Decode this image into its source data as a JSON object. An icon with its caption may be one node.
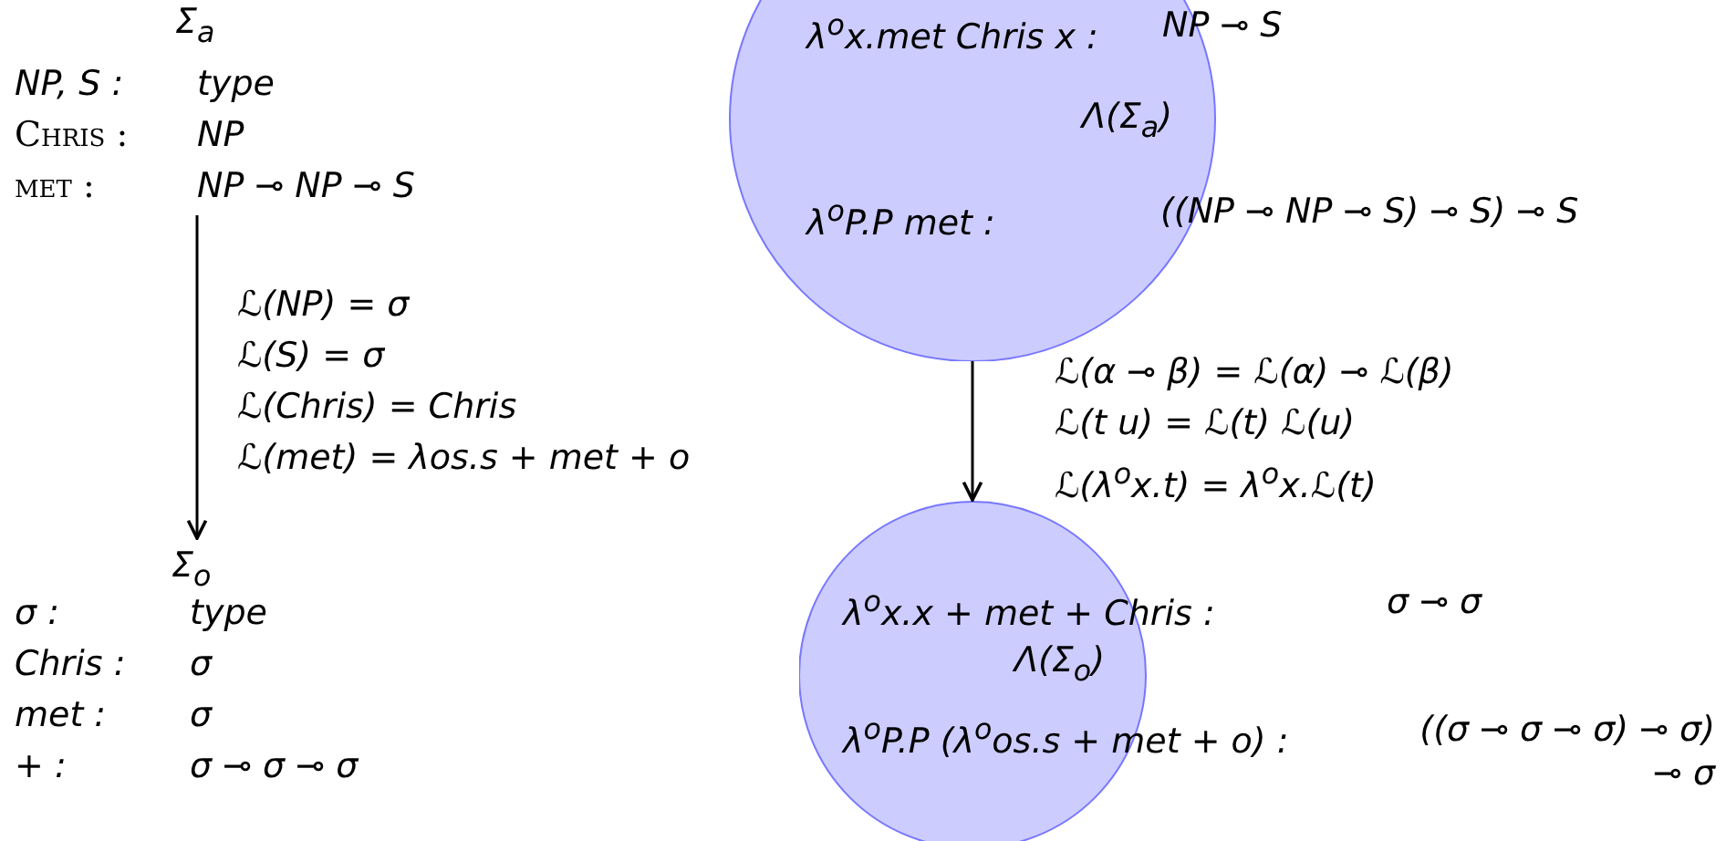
{
  "diagram": {
    "nodes": [
      {
        "text": [
          "Σ$_{a}$",
          "NP, S :",
          "type",
          "Chris :",
          "NP",
          "met :",
          "NP ⊸ NP ⊸ S"
        ]
      },
      {
        "text": [
          "Σ$_{o}$",
          "σ :",
          "type",
          "Chris :",
          "σ",
          "met :",
          "σ",
          "+ :",
          "σ ⊸ σ ⊸ σ"
        ]
      },
      {
        "text": [
          "λ$^{o}$x.met Chris x :",
          "NP ⊸ S",
          "Λ(Σ$_{a}$)",
          "λ$^{o}$P.P met :",
          "((NP ⊸ NP ⊸ S) ⊸ S) ⊸ S"
        ]
      },
      {
        "text": [
          "λ$^{o}$x.x + met + Chris :",
          "σ ⊸ σ",
          "Λ(Σ$_{o}$)",
          "λ$^{o}$P.P (λ$^{o}$os.s + met + o) :",
          "((σ ⊸ σ ⊸ σ) ⊸ σ) ⊸ σ"
        ]
      }
    ],
    "edges": [
      {
        "from": 0,
        "to": 1,
        "arrow": "to"
      },
      {
        "from": 2,
        "to": 3,
        "arrow": "to"
      }
    ],
    "labels": [
      "ℒ(NP) = σ",
      "ℒ(S) = σ",
      "ℒ(Chris) = Chris",
      "ℒ(met) = λos.s + met + o",
      "ℒ(α ⊸ β) = ℒ(α) ⊸ ℒ(β)",
      "ℒ(t u) = ℒ(t) ℒ(u)",
      "ℒ(λ$^{o}$x.t) = λ$^{o}$x.ℒ(t)"
    ]
  }
}
